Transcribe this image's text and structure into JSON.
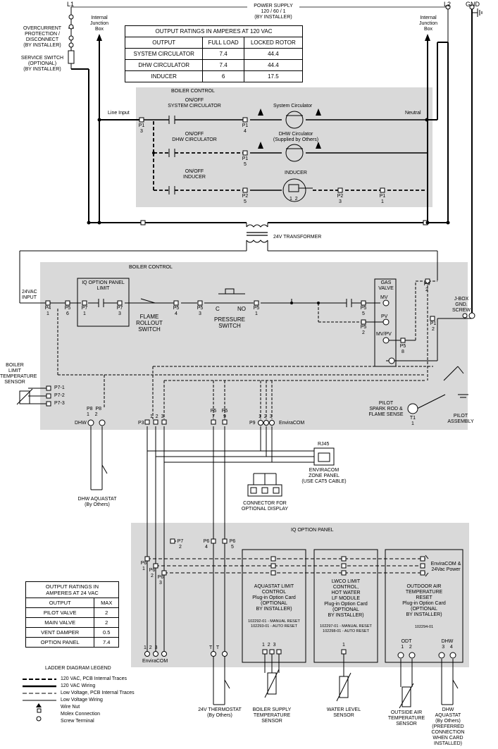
{
  "header": {
    "l1": "L1",
    "l2": "L2",
    "gnd": "GND",
    "power_supply": "POWER SUPPLY\n120 / 60 / 1\n(BY INSTALLER)",
    "ijb_left": "Internal\nJunction\nBox",
    "ijb_right": "Internal\nJunction\nBox",
    "overcurrent": "OVERCURRENT\nPROTECTION /\nDISCONNECT\n(BY INSTALLER)",
    "service_switch": "SERVICE SWITCH\n(OPTIONAL)\n(BY INSTALLER)"
  },
  "table_120": {
    "title": "OUTPUT RATINGS IN AMPERES AT 120 VAC",
    "headers": [
      "OUTPUT",
      "FULL LOAD",
      "LOCKED ROTOR"
    ],
    "rows": [
      [
        "SYSTEM CIRCULATOR",
        "7.4",
        "44.4"
      ],
      [
        "DHW CIRCULATOR",
        "7.4",
        "44.4"
      ],
      [
        "INDUCER",
        "6",
        "17.5"
      ]
    ]
  },
  "boiler_control_top": {
    "title": "BOILER CONTROL",
    "line_input": "Line Input",
    "neutral": "Neutral",
    "sys_switch": "ON/OFF\nSYSTEM CIRCULATOR",
    "dhw_switch": "ON/OFF\nDHW CIRCULATOR",
    "ind_switch": "ON/OFF\nINDUCER",
    "sys_circ": "System Circulator",
    "dhw_circ": "DHW Circulator\n(Supplied by Others)",
    "inducer": "INDUCER",
    "p1_3": "P1\n3",
    "p1_4": "P1\n4",
    "p1_5": "P1\n5",
    "p2_5": "P2\n5",
    "p2_3": "P2\n3",
    "p1_1": "P1\n1",
    "ind_pins": "1  2"
  },
  "transformer": "24V TRANSFORMER",
  "boiler_control_mid": {
    "title": "BOILER CONTROL",
    "vac_input": "24VAC\nINPUT",
    "iq_limit": "IQ OPTION PANEL\nLIMIT",
    "p4_1": "P4\n1",
    "p5_6": "P5\n6",
    "p7_1": "P7\n1",
    "p7_3": "P7\n3",
    "flame": "FLAME\nROLLOUT\nSWITCH",
    "p5_4": "P5\n4",
    "p5_3": "P5\n3",
    "c": "C",
    "no": "NO",
    "p5_1": "P5\n1",
    "pressure": "PRESSURE\nSWITCH",
    "gas_valve": "GAS\nVALVE",
    "mv": "MV",
    "pv": "PV",
    "mvpv": "MV/PV",
    "p5_5": "P5\n5",
    "p5_2": "P5\n2",
    "p5_8": "P5\n8",
    "p4_2": "P4\n2",
    "p1_2": "P1\n2",
    "jbox": "J-BOX\nGND.\nSCREW",
    "boiler_limit": "BOILER\nLIMIT\nTEMPERATURE\nSENSOR",
    "p7_1b": "P7-1",
    "p7_2b": "P7-2",
    "p7_3b": "P7-3",
    "p8": "P8  P8\n1    2",
    "dhw": "DHW",
    "p3": "P3",
    "p3_pins": "1  2  3",
    "p5_7": "P5\n7",
    "p5_9": "P5\n9",
    "p9_pins": "1  2  3",
    "p9": "P9",
    "enviracom": "EnviraCOM",
    "pilot_spark": "PILOT\nSPARK ROD &\nFLAME SENSE",
    "t1": "T1\n1",
    "pilot_assembly": "PILOT\nASSEMBLY"
  },
  "middle": {
    "dhw_aquastat": "DHW AQUASTAT\n(By Others)",
    "rj45": "RJ45",
    "enviracom_zone": "ENVIRACOM\nZONE PANEL\n(USE CAT5 CABLE)",
    "connector": "CONNECTOR FOR\nOPTIONAL DISPLAY"
  },
  "iq_panel": {
    "title": "IQ OPTION PANEL",
    "p7_2": "P7\n2",
    "p6_4": "P6\n4",
    "p6_5": "P6\n5",
    "p6_1": "P6\n1",
    "p6_2": "P6\n2",
    "p6_3": "P6\n3",
    "enviracom_power": "EnviraCOM &\n24Vac Power",
    "aquastat_card": "AQUASTAT LIMIT\nCONTROL\nPlug-in Option Card\n(OPTIONAL\nBY INSTALLER)",
    "aquastat_parts": "102292-01 - MANUAL RESET\n102293-01 - AUTO RESET",
    "lwco_card": "LWCO LIMIT\nCONTROL,\nHOT WATER\nLF MODULE\nPlug-in Option Card\n(OPTIONAL\nBY INSTALLER)",
    "lwco_parts": "102297-01 - MANUAL RESET\n102298-01 - AUTO RESET",
    "outdoor_card": "OUTDOOR AIR\nTEMPERATURE\nRESET\nPlug-in Option Card\n(OPTIONAL\nBY INSTALLER)",
    "outdoor_parts": "102294-01",
    "aq_pins": "1  2  3",
    "lwco_pin": "1",
    "odt": "ODT\n1    2",
    "dhw_pins": "DHW\n3    4",
    "env_pins": "1  2  3",
    "env_label": "EnviraCOM",
    "t_t": "T   T"
  },
  "table_24": {
    "title": "OUTPUT RATINGS IN\nAMPERES AT 24 VAC",
    "headers": [
      "OUTPUT",
      "MAX"
    ],
    "rows": [
      [
        "PILOT VALVE",
        "2"
      ],
      [
        "MAIN VALVE",
        "2"
      ],
      [
        "VENT DAMPER",
        "0.5"
      ],
      [
        "OPTION PANEL",
        "7.4"
      ]
    ]
  },
  "legend": {
    "title": "LADDER DIAGRAM LEGEND",
    "items": [
      "120 VAC, PCB Internal Traces",
      "120 VAC Wiring",
      "Low Voltage, PCB Internal Traces",
      "Low Voltage Wiring",
      "Wire Nut",
      "Molex Connection",
      "Screw Terminal"
    ]
  },
  "bottom": {
    "thermostat": "24V THERMOSTAT\n(By Others)",
    "boiler_supply": "BOILER SUPPLY\nTEMPERATURE\nSENSOR",
    "water_level": "WATER LEVEL\nSENSOR",
    "outside_air": "OUTSIDE AIR\nTEMPERATURE\nSENSOR",
    "dhw_aquastat": "DHW\nAQUASTAT\n(By Others)\n(PREFERRED\nCONNECTION\nWHEN CARD\nINSTALLED)"
  }
}
